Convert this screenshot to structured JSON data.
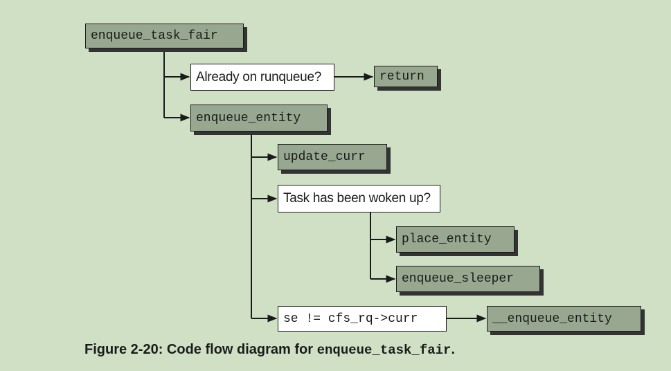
{
  "nodes": {
    "enqueue_task_fair": "enqueue_task_fair",
    "already_on_runqueue": "Already on runqueue?",
    "return": "return",
    "enqueue_entity": "enqueue_entity",
    "update_curr": "update_curr",
    "task_woken_up": "Task has been woken up?",
    "place_entity": "place_entity",
    "enqueue_sleeper": "enqueue_sleeper",
    "se_not_curr": "se != cfs_rq->curr",
    "dunder_enqueue_entity": "__enqueue_entity"
  },
  "caption": {
    "prefix": "Figure 2-20: Code flow diagram for ",
    "code": "enqueue_task_fair",
    "suffix": "."
  },
  "colors": {
    "background": "#cfe0c4",
    "function_box": "#98a890",
    "condition_box": "#ffffff",
    "shadow": "#333333",
    "line": "#1a1a1a"
  }
}
